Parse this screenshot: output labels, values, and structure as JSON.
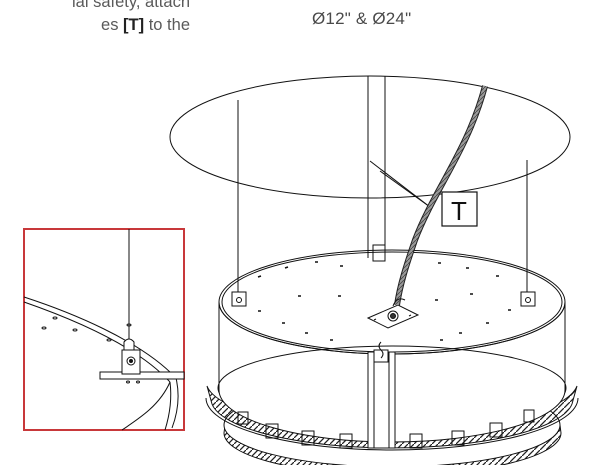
{
  "note": {
    "line1": "ial safety, attach",
    "line2_prefix": "es ",
    "line2_bold": "[T]",
    "line2_suffix": " to the"
  },
  "size_label": "Ø12\" & Ø24\"",
  "callout_label": "T",
  "colors": {
    "line": "#111111",
    "inset_frame": "#c8383a",
    "hose": "#888888",
    "text": "#555555"
  }
}
